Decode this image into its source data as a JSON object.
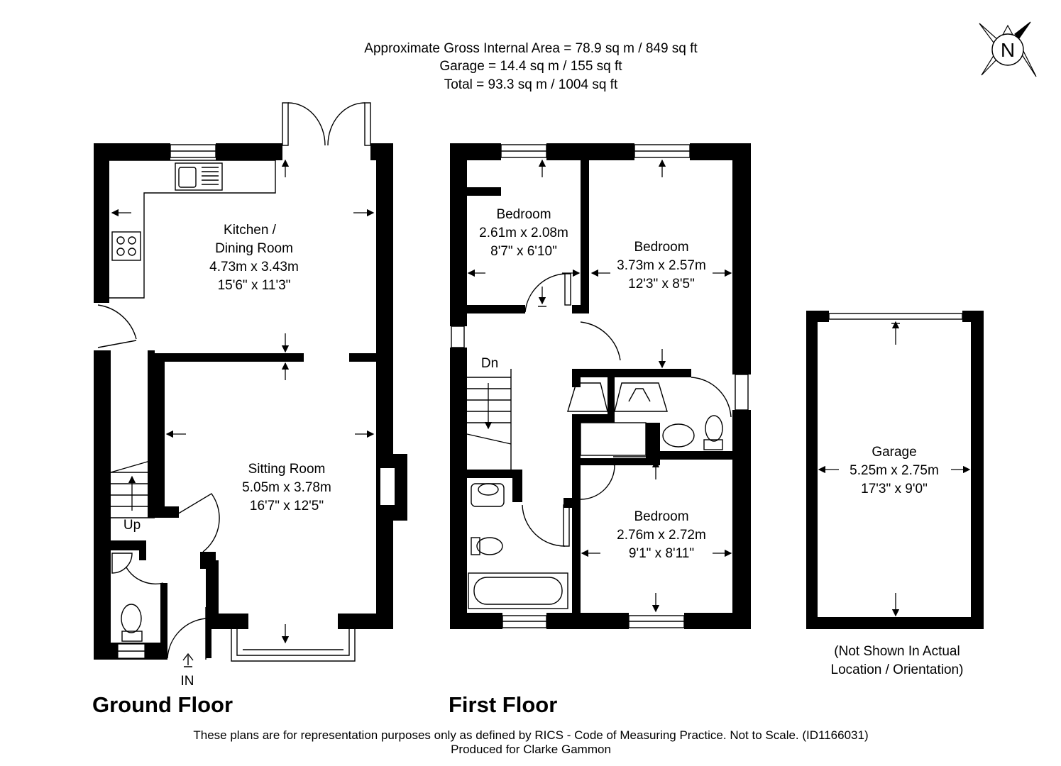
{
  "area": {
    "line1": "Approximate Gross Internal Area = 78.9 sq m / 849 sq ft",
    "line2": "Garage = 14.4 sq m / 155 sq ft",
    "line3": "Total = 93.3 sq m / 1004 sq ft"
  },
  "compass": {
    "label": "N",
    "icon": "north-compass-icon"
  },
  "ground_floor": {
    "title": "Ground Floor",
    "kitchen": {
      "name1": "Kitchen /",
      "name2": "Dining Room",
      "metric": "4.73m x 3.43m",
      "imperial": "15'6\" x 11'3\""
    },
    "sitting": {
      "name": "Sitting Room",
      "metric": "5.05m x 3.78m",
      "imperial": "16'7\" x 12'5\""
    },
    "stairs_label": "Up",
    "entrance_label": "IN"
  },
  "first_floor": {
    "title": "First Floor",
    "bedroom1": {
      "name": "Bedroom",
      "metric": "2.61m x 2.08m",
      "imperial": "8'7\" x 6'10\""
    },
    "bedroom2": {
      "name": "Bedroom",
      "metric": "3.73m x 2.57m",
      "imperial": "12'3\" x 8'5\""
    },
    "bedroom3": {
      "name": "Bedroom",
      "metric": "2.76m x 2.72m",
      "imperial": "9'1\" x 8'11\""
    },
    "stairs_label": "Dn"
  },
  "garage": {
    "name": "Garage",
    "metric": "5.25m x 2.75m",
    "imperial": "17'3\" x 9'0\"",
    "note1": "(Not Shown In Actual",
    "note2": "Location / Orientation)"
  },
  "footer": {
    "line1": "These plans are for representation purposes only as defined by RICS - Code of Measuring Practice. Not to Scale. (ID1166031)",
    "line2": "Produced for Clarke Gammon"
  }
}
